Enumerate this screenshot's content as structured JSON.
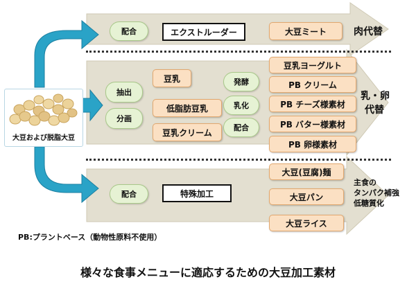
{
  "source": {
    "label": "大豆および脱脂大豆"
  },
  "top": {
    "mix": "配合",
    "process": "エクストルーダー",
    "product": "大豆ミート",
    "result": "肉代替"
  },
  "middle": {
    "ops": [
      "抽出",
      "分画"
    ],
    "intermediates": [
      "豆乳",
      "低脂肪豆乳",
      "豆乳クリーム"
    ],
    "treatments": [
      "発酵",
      "乳化",
      "配合"
    ],
    "products": [
      "豆乳ヨーグルト",
      "PB クリーム",
      "PB チーズ様素材",
      "PB バター様素材",
      "PB 卵様素材"
    ],
    "result_line1": "乳・卵",
    "result_line2": "代替"
  },
  "bottom": {
    "mix": "配合",
    "process": "特殊加工",
    "products": [
      "大豆(豆腐)麺",
      "大豆パン",
      "大豆ライス"
    ],
    "result_lines": [
      "主食の",
      "タンパク補強",
      "低糖質化"
    ]
  },
  "footnote": "PB:プラントベース（動物性原料不使用）",
  "caption": "様々な食事メニューに適応するための大豆加工素材",
  "colors": {
    "arrow_fill": "#e3dfd0",
    "blue_arrow": "#2aa3c7",
    "green_box": "#e6f2d4",
    "orange_box": "#fbe0c3"
  }
}
